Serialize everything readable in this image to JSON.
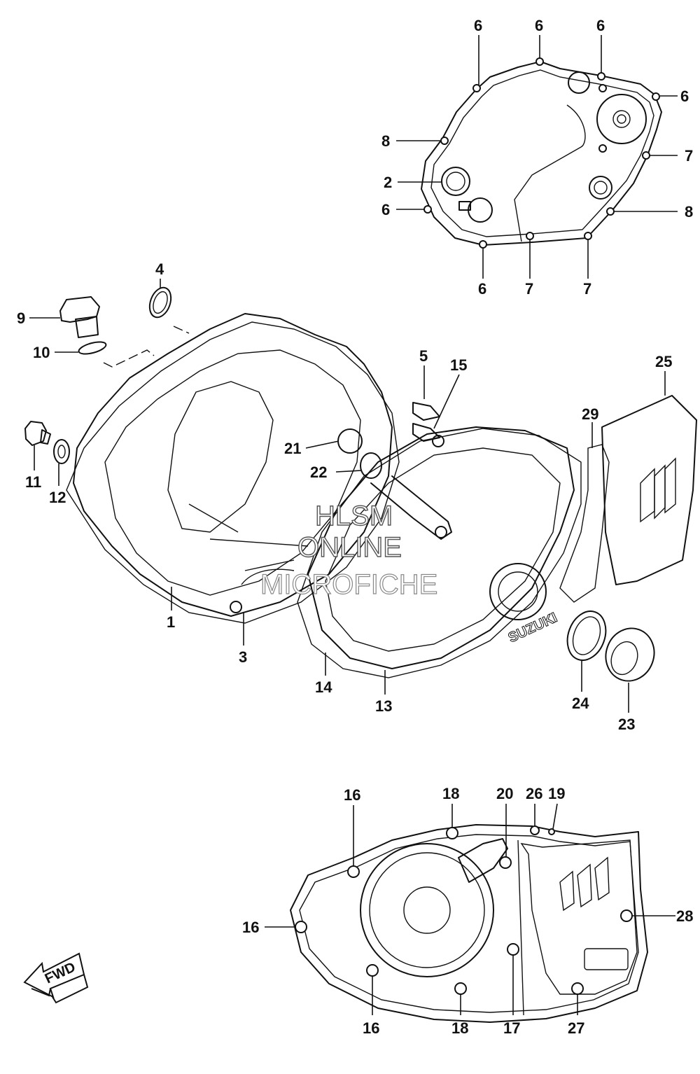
{
  "watermark": {
    "line1": "HLSM",
    "line2": "ONLINE",
    "line3": "MICROFICHE"
  },
  "fwd_label": "FWD",
  "brand_mark": "SUZUKI",
  "callouts": {
    "top": [
      "6",
      "6",
      "6",
      "6",
      "8",
      "7",
      "2",
      "6",
      "8",
      "6",
      "7",
      "7"
    ],
    "middle": [
      "4",
      "9",
      "10",
      "11",
      "12",
      "1",
      "3",
      "5",
      "15",
      "21",
      "22",
      "14",
      "13",
      "25",
      "29",
      "24",
      "23"
    ],
    "bottom": [
      "16",
      "18",
      "20",
      "26",
      "19",
      "16",
      "28",
      "16",
      "18",
      "17",
      "27"
    ]
  }
}
